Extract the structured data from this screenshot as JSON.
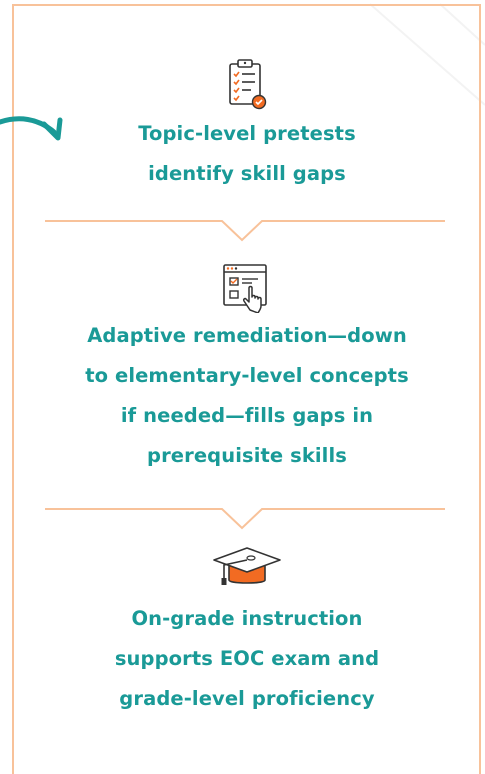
{
  "colors": {
    "accent_teal": "#1a9a97",
    "frame_peach": "#f8c29a",
    "icon_dark": "#333333",
    "icon_orange": "#f26b22"
  },
  "steps": [
    {
      "icon": "clipboard-checklist-icon",
      "text": "Topic-level pretests\nidentify skill gaps"
    },
    {
      "icon": "browser-checklist-hand-icon",
      "text": "Adaptive remediation—down\nto elementary-level concepts\nif needed—fills gaps in\nprerequisite skills"
    },
    {
      "icon": "graduation-cap-icon",
      "text": "On-grade instruction\nsupports EOC exam and\ngrade-level proficiency"
    }
  ]
}
